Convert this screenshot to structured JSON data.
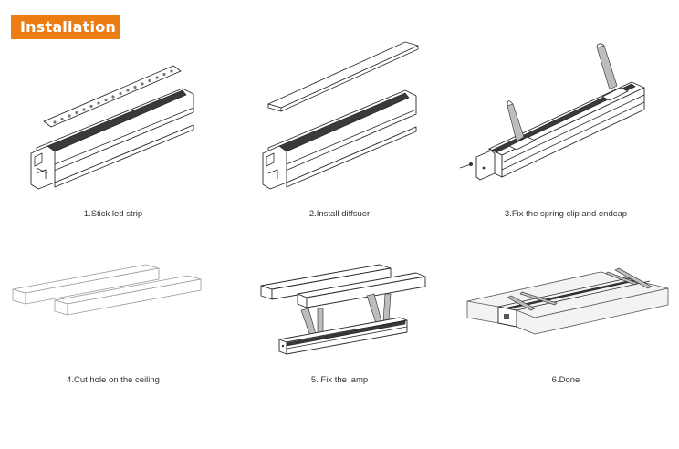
{
  "header": {
    "title": "Installation"
  },
  "colors": {
    "accent": "#ec7d14",
    "line": "#2a2a2a"
  },
  "steps": [
    {
      "caption": "1.Stick led strip",
      "illustration": "profile-with-led-strip"
    },
    {
      "caption": "2.Install diffsuer",
      "illustration": "profile-with-diffuser"
    },
    {
      "caption": "3.Fix the spring clip and endcap",
      "illustration": "profile-with-spring-clips"
    },
    {
      "caption": "4.Cut hole on the ceiling",
      "illustration": "ceiling-boards-with-gap"
    },
    {
      "caption": "5. Fix the lamp",
      "illustration": "lamp-below-ceiling"
    },
    {
      "caption": "6.Done",
      "illustration": "lamp-installed-in-ceiling"
    }
  ]
}
